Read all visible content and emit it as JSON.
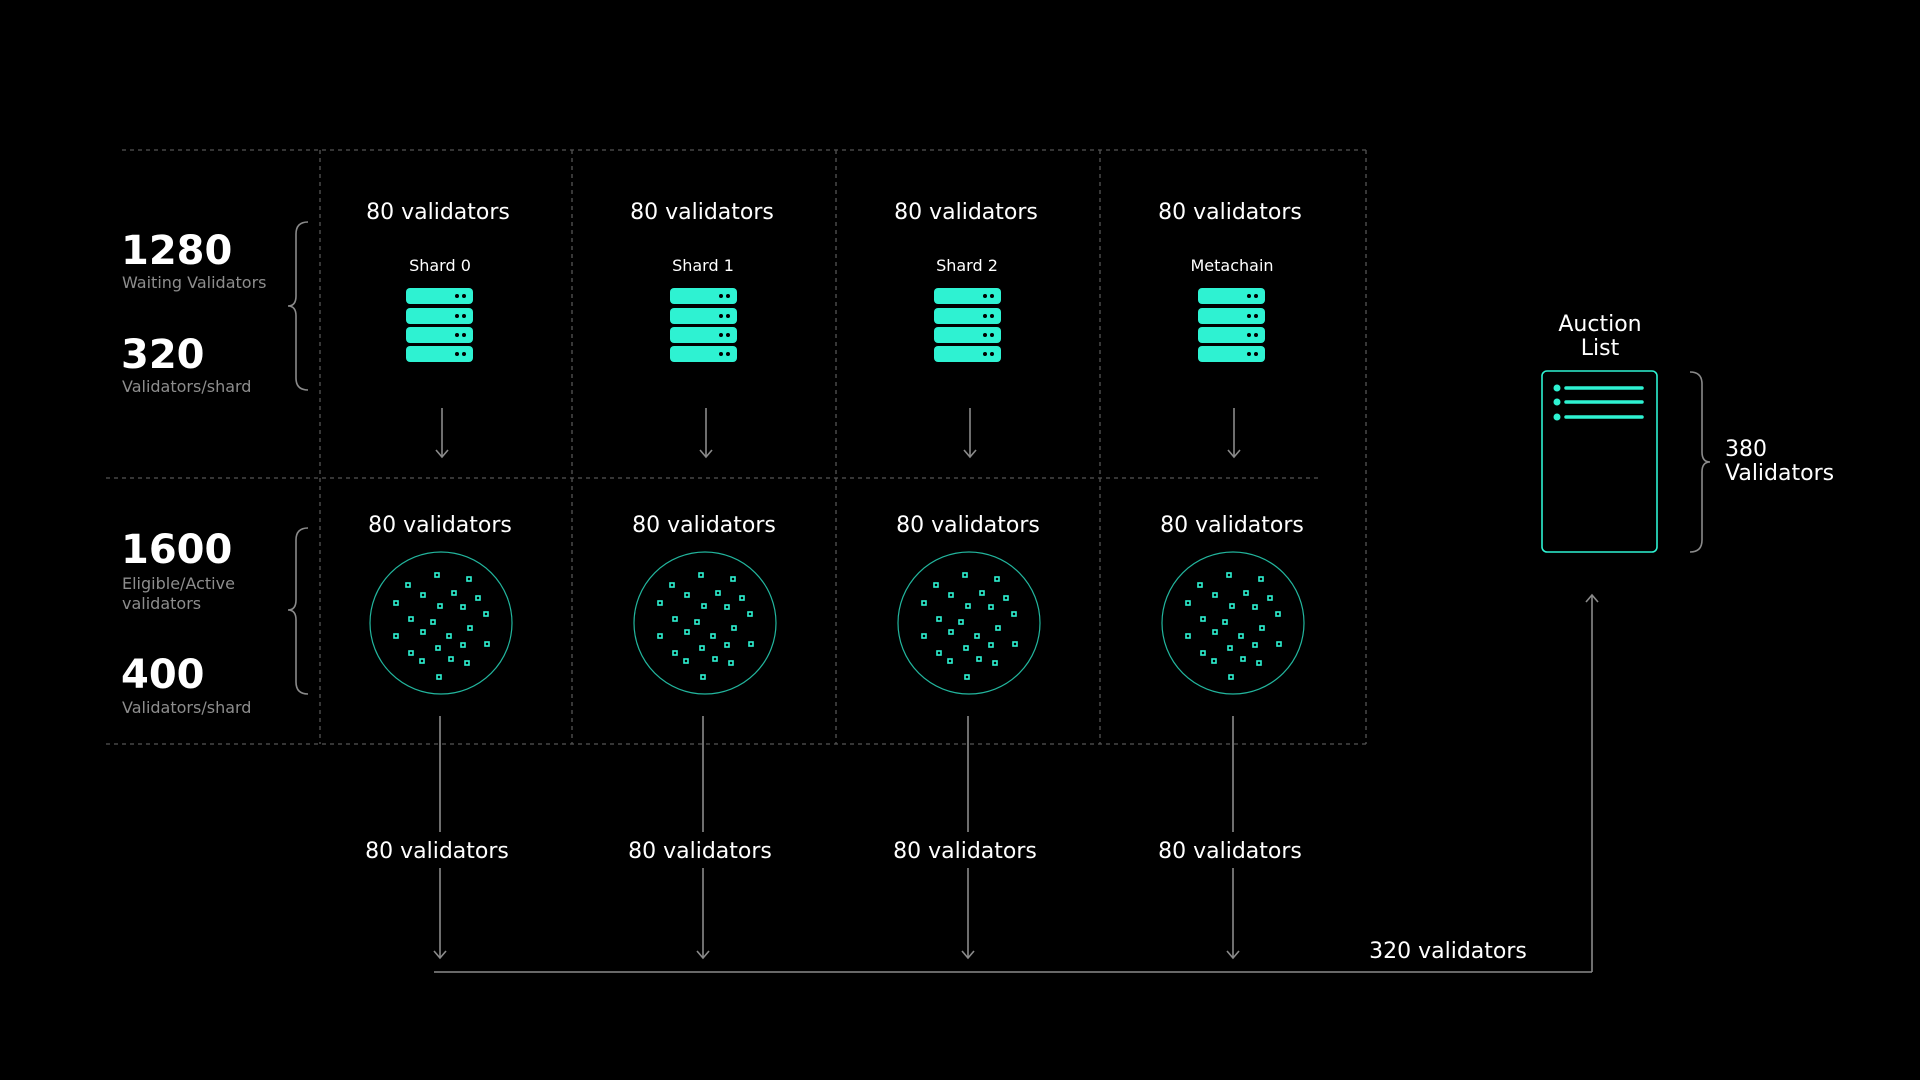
{
  "colors": {
    "background": "#000000",
    "accent": "#2ef2d2",
    "line": "#8a8a8a",
    "dashed": "#555555",
    "subtext": "#8d8d8d",
    "text": "#ffffff"
  },
  "waiting": {
    "total_value": "1280",
    "total_label": "Waiting Validators",
    "per_shard_value": "320",
    "per_shard_label": "Validators/shard"
  },
  "eligible": {
    "total_value": "1600",
    "total_label_line1": "Eligible/Active",
    "total_label_line2": "validators",
    "per_shard_value": "400",
    "per_shard_label": "Validators/shard"
  },
  "columns": [
    {
      "name": "Shard 0",
      "waiting_count": "80 validators",
      "eligible_count": "80 validators",
      "output_count": "80 validators",
      "icon": "server-stack-icon"
    },
    {
      "name": "Shard 1",
      "waiting_count": "80 validators",
      "eligible_count": "80 validators",
      "output_count": "80 validators",
      "icon": "server-stack-icon"
    },
    {
      "name": "Shard 2",
      "waiting_count": "80 validators",
      "eligible_count": "80 validators",
      "output_count": "80 validators",
      "icon": "server-stack-icon"
    },
    {
      "name": "Metachain",
      "waiting_count": "80 validators",
      "eligible_count": "80 validators",
      "output_count": "80 validators",
      "icon": "server-stack-icon"
    }
  ],
  "auction": {
    "title_line1": "Auction",
    "title_line2": "List",
    "count_line1": "380",
    "count_line2": "Validators",
    "icon": "list-document-icon"
  },
  "flow": {
    "total_label": "320 validators"
  }
}
